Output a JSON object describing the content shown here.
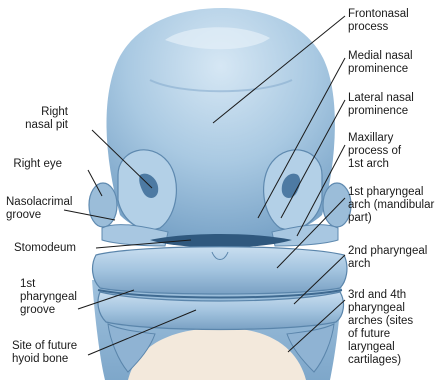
{
  "labels": {
    "frontonasal": [
      "Frontonasal",
      "process"
    ],
    "medial_nasal": [
      "Medial nasal",
      "prominence"
    ],
    "lateral_nasal": [
      "Lateral nasal",
      "prominence"
    ],
    "maxillary": [
      "Maxillary",
      "process of",
      "1st arch"
    ],
    "first_arch": [
      "1st pharyngeal",
      "arch (mandibular",
      "part)"
    ],
    "second_arch": [
      "2nd pharyngeal",
      "arch"
    ],
    "third_fourth": [
      "3rd and 4th",
      "pharyngeal",
      "arches (sites",
      "of future",
      "laryngeal",
      "cartilages)"
    ],
    "right_nasal_pit": [
      "Right",
      "nasal pit"
    ],
    "right_eye": [
      "Right eye"
    ],
    "nasolacrimal": [
      "Nasolacrimal",
      "groove"
    ],
    "stomodeum": [
      "Stomodeum"
    ],
    "first_groove": [
      "1st",
      "pharyngeal",
      "groove"
    ],
    "hyoid": [
      "Site of future",
      "hyoid bone"
    ]
  },
  "colors": {
    "tissue": "#a9c9e2",
    "tissue_light": "#cfe2f1",
    "tissue_shadow": "#6f98bd",
    "tissue_dark": "#3f6a91",
    "base": "#f3e9dc",
    "leader": "#1a1a1a"
  }
}
